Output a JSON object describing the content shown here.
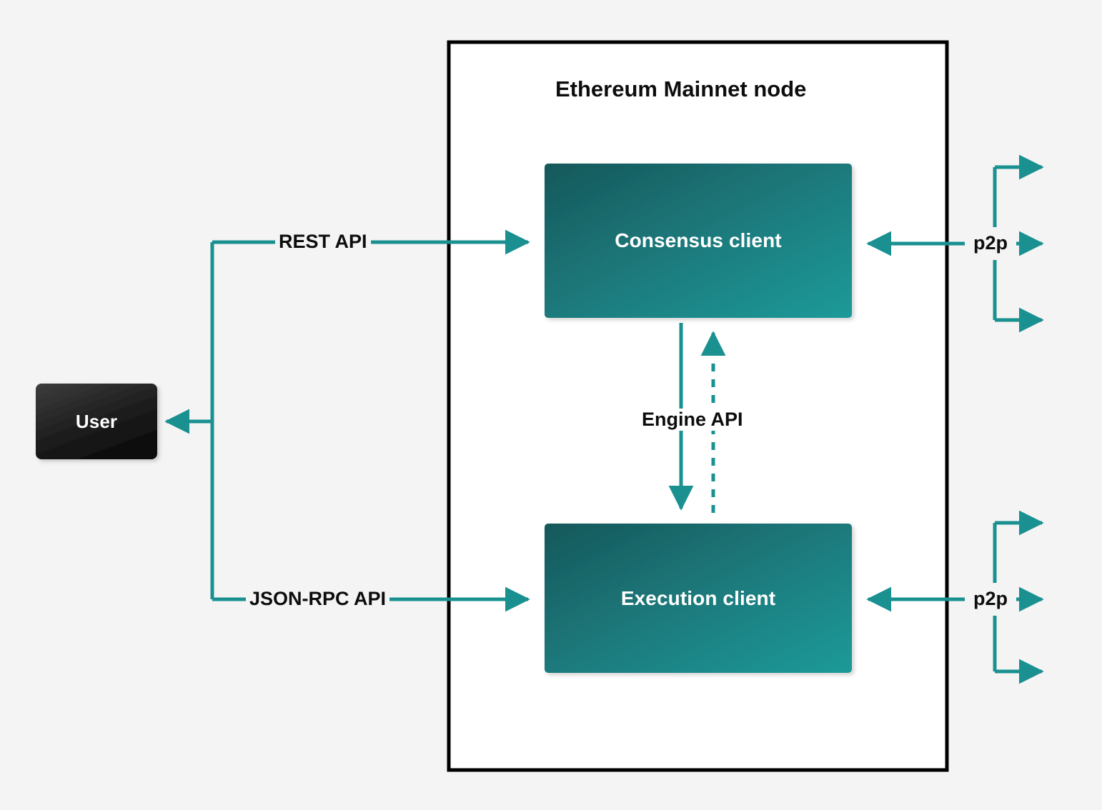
{
  "diagram": {
    "title": "Ethereum Mainnet node",
    "background_color": "#f4f4f4",
    "container_fill": "#ffffff",
    "container_border_color": "#000000",
    "accent_color": "#1a9090",
    "node_gradient_from": "#185a5c",
    "node_gradient_to": "#1d9696",
    "user_gradient_from": "#3a3a3a",
    "user_gradient_to": "#0f0f0f",
    "label_text_color": "#0d0d0d",
    "node_text_color": "#ffffff"
  },
  "nodes": [
    {
      "id": "user",
      "label": "User",
      "kind": "actor"
    },
    {
      "id": "consensus",
      "label": "Consensus client",
      "kind": "client"
    },
    {
      "id": "execution",
      "label": "Execution client",
      "kind": "client"
    }
  ],
  "edges": [
    {
      "id": "rest-api",
      "label": "REST API",
      "from": "user",
      "to": "consensus",
      "style": "solid"
    },
    {
      "id": "json-rpc-api",
      "label": "JSON-RPC API",
      "from": "user",
      "to": "execution",
      "style": "solid"
    },
    {
      "id": "engine-api",
      "label": "Engine API",
      "from": "consensus",
      "to": "execution",
      "style": "solid+dashed",
      "bidirectional": true
    },
    {
      "id": "p2p-consensus",
      "label": "p2p",
      "from": "peers",
      "to": "consensus",
      "style": "solid",
      "bidirectional": true
    },
    {
      "id": "p2p-execution",
      "label": "p2p",
      "from": "peers",
      "to": "execution",
      "style": "solid",
      "bidirectional": true
    }
  ]
}
